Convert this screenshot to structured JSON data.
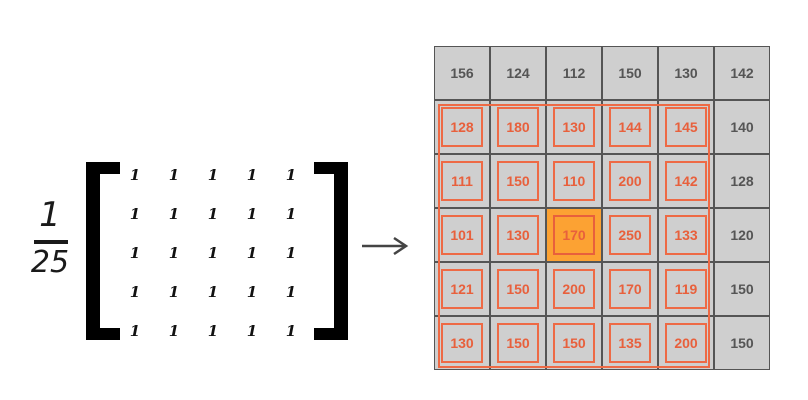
{
  "fraction": {
    "numerator": "1",
    "denominator": "25"
  },
  "kernel": {
    "rows": [
      [
        "1",
        "1",
        "1",
        "1",
        "1"
      ],
      [
        "1",
        "1",
        "1",
        "1",
        "1"
      ],
      [
        "1",
        "1",
        "1",
        "1",
        "1"
      ],
      [
        "1",
        "1",
        "1",
        "1",
        "1"
      ],
      [
        "1",
        "1",
        "1",
        "1",
        "1"
      ]
    ]
  },
  "image_grid": {
    "rows": [
      [
        "156",
        "124",
        "112",
        "150",
        "130",
        "142"
      ],
      [
        "128",
        "180",
        "130",
        "144",
        "145",
        "140"
      ],
      [
        "111",
        "150",
        "110",
        "200",
        "142",
        "128"
      ],
      [
        "101",
        "130",
        "170",
        "250",
        "133",
        "120"
      ],
      [
        "121",
        "150",
        "200",
        "170",
        "119",
        "150"
      ],
      [
        "130",
        "150",
        "150",
        "135",
        "200",
        "150"
      ]
    ],
    "window": {
      "row_start": 1,
      "row_end": 5,
      "col_start": 0,
      "col_end": 4
    },
    "center": {
      "row": 3,
      "col": 2
    }
  },
  "colors": {
    "highlight": "#ee6a45",
    "center_fill": "#fca233",
    "cell_fill": "#cfcfcf",
    "cell_border": "#555555"
  },
  "icons": {
    "arrow": "arrow-right-icon"
  }
}
